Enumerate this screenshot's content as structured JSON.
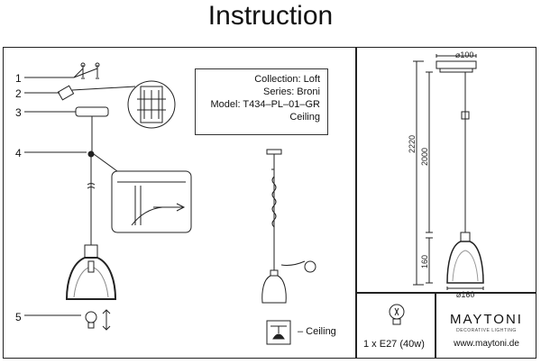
{
  "title": "Instruction",
  "info": {
    "collection": "Collection: Loft",
    "series": "Series: Broni",
    "model": "Model: T434–PL–01–GR",
    "mount": "Ceiling"
  },
  "steps": [
    "1",
    "2",
    "3",
    "4",
    "5"
  ],
  "mount_legend": "– Ceiling",
  "bulb": "1 x E27 (40w)",
  "brand": {
    "name": "MAYTONI",
    "tagline": "DECORATIVE LIGHTING",
    "website": "www.maytoni.de"
  },
  "dimensions": {
    "canopy_diameter": "⌀100",
    "total_height": "2220",
    "cable_length": "2000",
    "shade_height": "160",
    "shade_diameter": "⌀160"
  }
}
